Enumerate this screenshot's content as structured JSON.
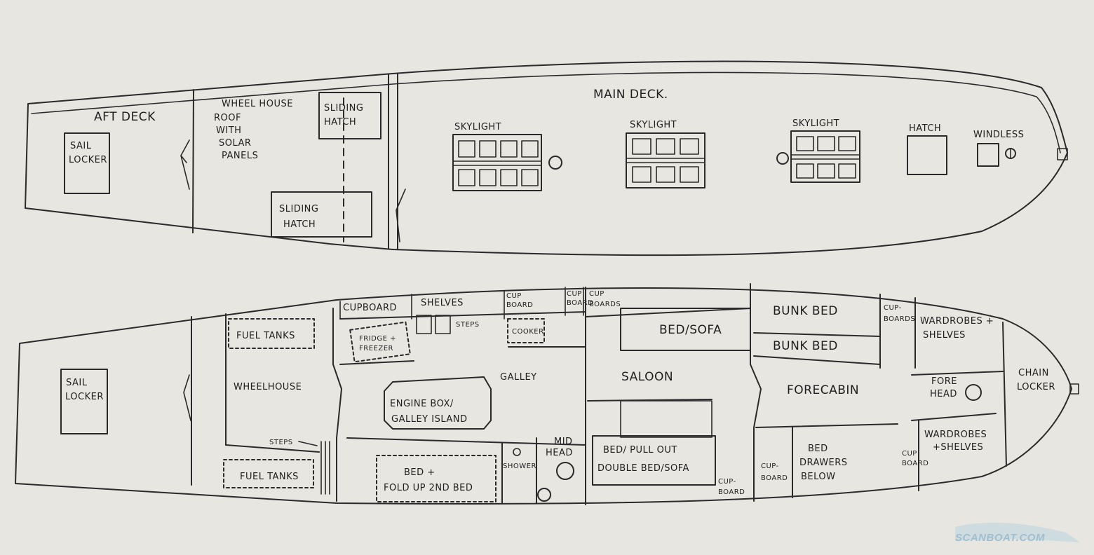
{
  "watermark": {
    "text": "SCANBOAT.COM",
    "color": "#8fb5c9"
  },
  "colors": {
    "paper": "#e7e6e1",
    "ink": "#2a2a2a"
  },
  "main_deck": {
    "title": "MAIN DECK.",
    "aft_deck": "AFT DECK",
    "sail_locker": [
      "SAIL",
      "LOCKER"
    ],
    "wheelhouse_roof": [
      "WHEEL HOUSE",
      "ROOF",
      "WITH",
      "SOLAR",
      "PANELS"
    ],
    "sliding_hatch_top": [
      "SLIDING",
      "HATCH"
    ],
    "sliding_hatch_bottom": [
      "SLIDING",
      "HATCH"
    ],
    "skylight_1": "SKYLIGHT",
    "skylight_2": "SKYLIGHT",
    "skylight_3": "SKYLIGHT",
    "hatch": "HATCH",
    "windlass": "WINDLESS"
  },
  "lower_deck": {
    "sail_locker": [
      "SAIL",
      "LOCKER"
    ],
    "fuel_tanks_top": "FUEL TANKS",
    "fuel_tanks_bottom": "FUEL TANKS",
    "wheelhouse": "WHEELHOUSE",
    "steps": "STEPS",
    "cupboard": "CUPBOARD",
    "shelves": "SHELVES",
    "cup_board_1": [
      "CUP",
      "BOARD"
    ],
    "cup_board_2": [
      "CUP",
      "BOARD"
    ],
    "cup_boards_3": [
      "CUP",
      "BOARDS"
    ],
    "steps_arrow": "STEPS",
    "fridge_freezer": [
      "FRIDGE +",
      "FREEZER"
    ],
    "cooker": "COOKER",
    "galley": "GALLEY",
    "engine_box": [
      "ENGINE BOX/",
      "GALLEY ISLAND"
    ],
    "bed_fold_up": [
      "BED +",
      "FOLD UP 2ND BED"
    ],
    "shower": "SHOWER",
    "mid_head": [
      "MID",
      "HEAD"
    ],
    "saloon": "SALOON",
    "bed_sofa": "BED/SOFA",
    "bed_pullout": [
      "BED/ PULL OUT",
      "DOUBLE BED/SOFA"
    ],
    "cupboard_saloon": [
      "CUP-",
      "BOARD"
    ],
    "bunk_bed_1": "BUNK BED",
    "bunk_bed_2": "BUNK BED",
    "forecabin": "FORECABIN",
    "cupboard_fore": [
      "CUP-",
      "BOARD"
    ],
    "bed_drawers": [
      "BED",
      "DRAWERS",
      "BELOW"
    ],
    "cup_boards_fore_top": [
      "CUP-",
      "BOARDS"
    ],
    "wardrobes_top": [
      "WARDROBES +",
      "SHELVES"
    ],
    "fore_head": [
      "FORE",
      "HEAD"
    ],
    "cup_board_fore_bottom": [
      "CUP",
      "BOARD"
    ],
    "wardrobes_bottom": [
      "WARDROBES",
      "+SHELVES"
    ],
    "chain_locker": [
      "CHAIN",
      "LOCKER"
    ]
  }
}
